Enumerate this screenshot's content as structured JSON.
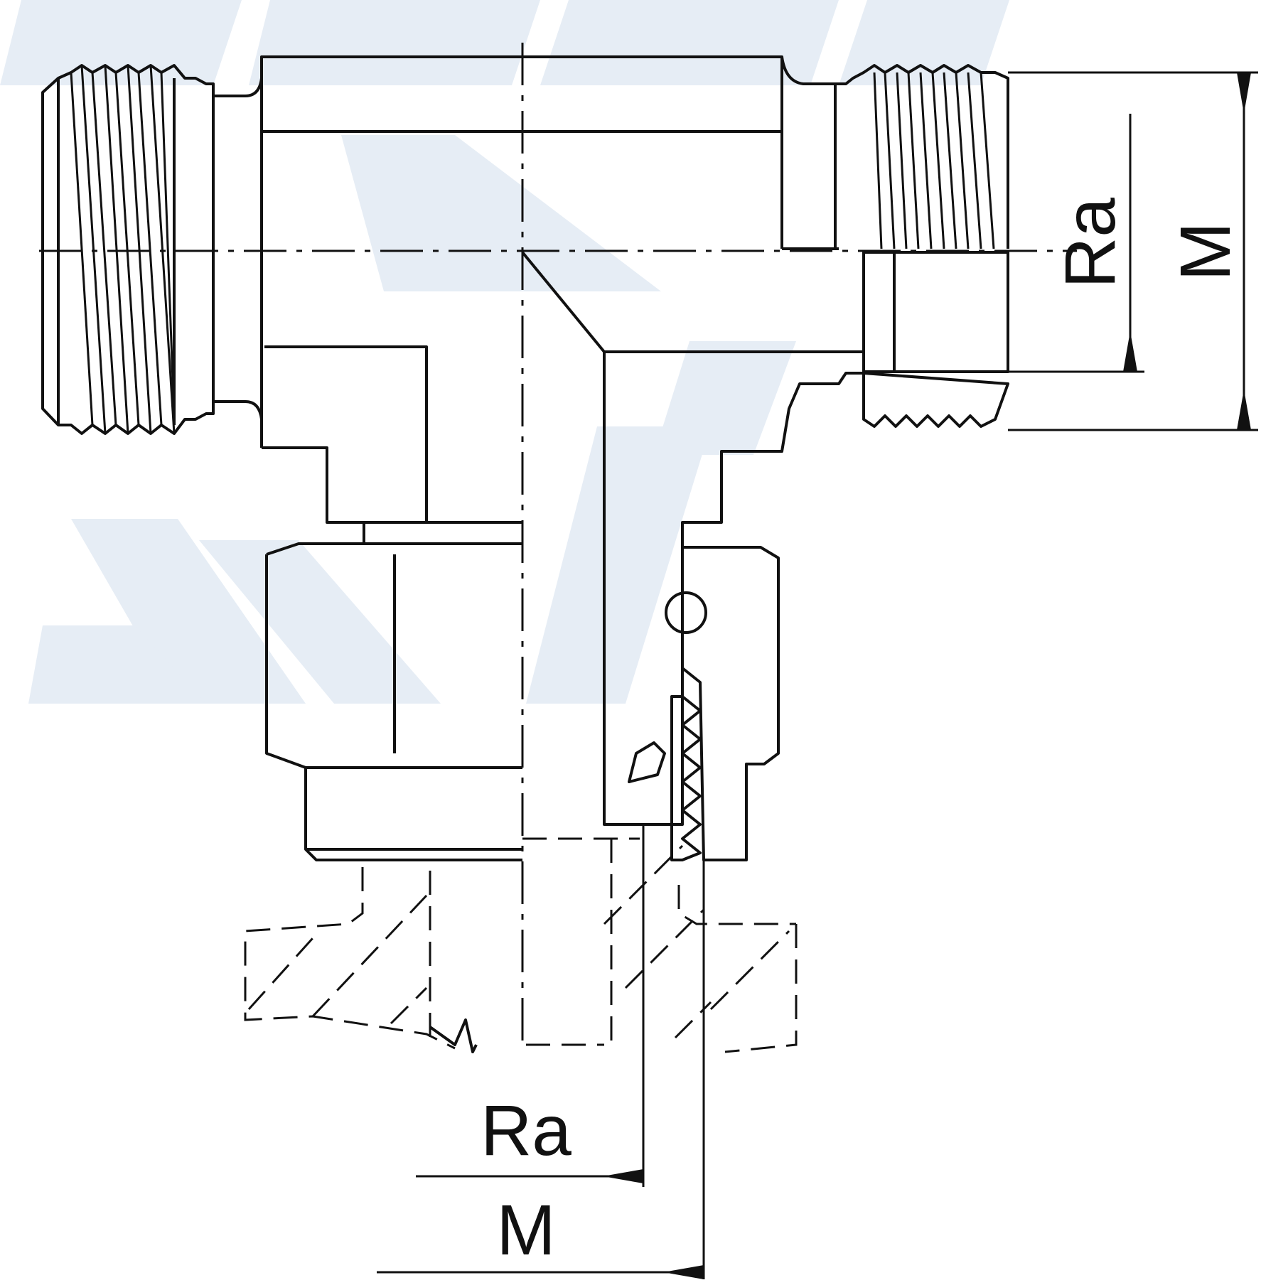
{
  "drawing": {
    "labels": {
      "side_thread_root": "Ra",
      "side_thread_major": "M",
      "branch_thread_root": "Ra",
      "branch_thread_major": "M"
    },
    "colors": {
      "line": "#111111",
      "watermark": "#e6edf5",
      "background": "#ffffff"
    }
  }
}
